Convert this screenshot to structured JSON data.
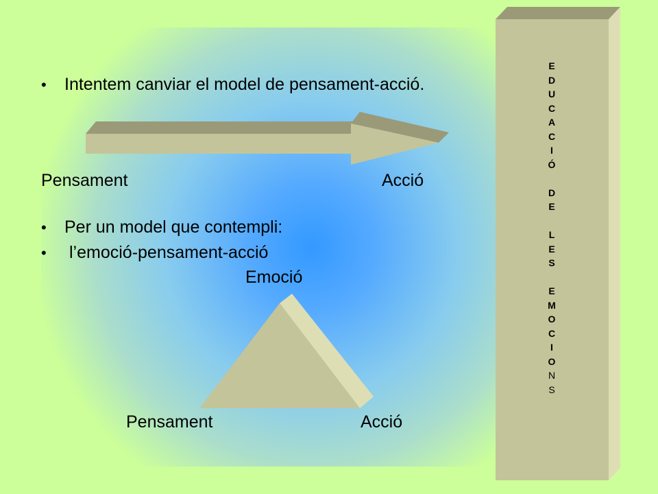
{
  "slide": {
    "bullet1": "Intentem canviar el model de pensament-acció.",
    "label_pensament_top": "Pensament",
    "label_accio_top": "Acció",
    "bullet2": "Per un model que contempli:",
    "bullet3": "l’emoció-pensament-acció",
    "label_emocio": "Emoció",
    "label_pensament_bottom": "Pensament",
    "label_accio_bottom": "Acció"
  },
  "side_banner": {
    "letters": [
      "E",
      "D",
      "U",
      "C",
      "A",
      "C",
      "I",
      "Ó",
      "",
      "D",
      "E",
      "",
      "L",
      "E",
      "S",
      "",
      "E",
      "M",
      "O",
      "C",
      "I",
      "O",
      "N",
      "S"
    ]
  },
  "colors": {
    "background": "#ccff99",
    "center_glow": "#3399ff",
    "shape_face": "#c4c49a",
    "shape_top": "#9a9a78",
    "shape_side": "#dedeb4"
  }
}
